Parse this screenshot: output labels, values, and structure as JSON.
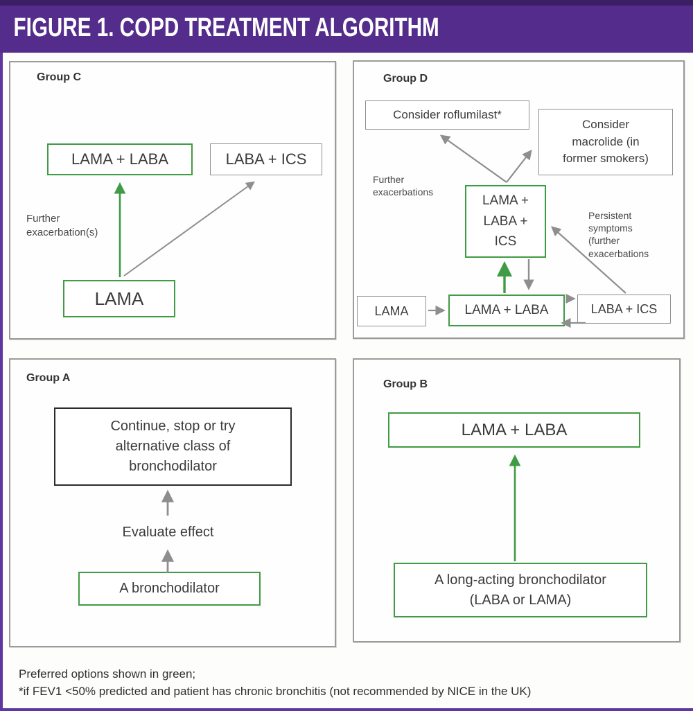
{
  "header": {
    "title": "FIGURE 1. COPD TREATMENT ALGORITHM"
  },
  "panels": {
    "group_c": {
      "label": "Group C",
      "boxes": {
        "lama_laba": {
          "text": "LAMA + LABA",
          "preferred": true
        },
        "laba_ics": {
          "text": "LABA + ICS",
          "preferred": false
        },
        "lama": {
          "text": "LAMA",
          "preferred": true
        }
      },
      "annotations": {
        "further": "Further\nexacerbation(s)"
      }
    },
    "group_d": {
      "label": "Group D",
      "boxes": {
        "roflumilast": {
          "text": "Consider roflumilast*",
          "preferred": false
        },
        "macrolide": {
          "text": "Consider\nmacrolide (in\nformer smokers)",
          "preferred": false
        },
        "triple": {
          "text": "LAMA +\nLABA +\nICS",
          "preferred": true
        },
        "lama": {
          "text": "LAMA",
          "preferred": false
        },
        "lama_laba": {
          "text": "LAMA + LABA",
          "preferred": true
        },
        "laba_ics": {
          "text": "LABA + ICS",
          "preferred": false
        }
      },
      "annotations": {
        "further": "Further\nexacerbations",
        "persistent": "Persistent\nsymptoms\n(further\nexacerbations"
      }
    },
    "group_a": {
      "label": "Group A",
      "boxes": {
        "continue_stop": {
          "text": "Continue, stop or try\nalternative class of\nbronchodilator",
          "preferred": false
        },
        "bronchodilator": {
          "text": "A bronchodilator",
          "preferred": true
        }
      },
      "annotations": {
        "evaluate": "Evaluate effect"
      }
    },
    "group_b": {
      "label": "Group B",
      "boxes": {
        "lama_laba": {
          "text": "LAMA + LABA",
          "preferred": true
        },
        "long_acting": {
          "text": "A long-acting bronchodilator\n(LABA or LAMA)",
          "preferred": true
        }
      }
    }
  },
  "footer": {
    "line1": "Preferred options shown in green;",
    "line2": "*if FEV1 <50% predicted and patient has chronic bronchitis (not recommended by NICE in the UK)"
  },
  "colors": {
    "header_purple": "#542c8c",
    "frame_purple_dark": "#3b1e63",
    "frame_purple_light": "#5e38a0",
    "preferred_green": "#3f9b44",
    "box_gray": "#8f8f8f",
    "arrow_gray": "#8e8e8e",
    "black_box": "#2b2b2b"
  }
}
